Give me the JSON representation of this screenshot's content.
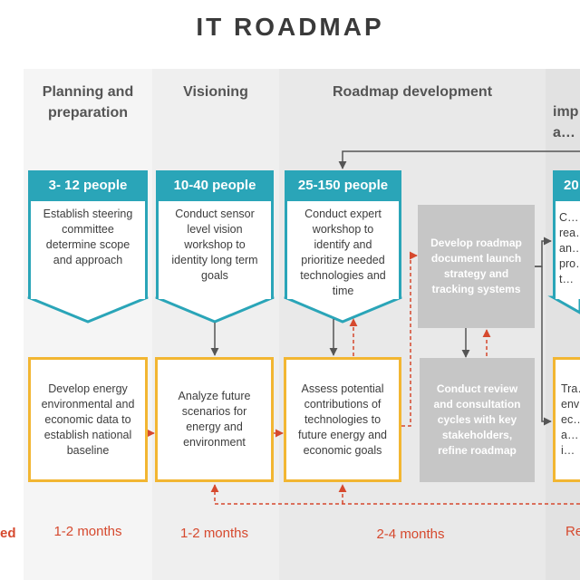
{
  "title": "IT ROADMAP",
  "phases": [
    {
      "label": "Planning and preparation"
    },
    {
      "label": "Visioning"
    },
    {
      "label": "Roadmap development"
    },
    {
      "label": "imp… a…"
    }
  ],
  "people": [
    "3- 12 people",
    "10-40 people",
    "25-150 people",
    "20…"
  ],
  "top_boxes": [
    "Establish steering committee determine scope and approach",
    "Conduct sensor level vision workshop to identity long term goals",
    "Conduct expert workshop to identify and prioritize needed technologies and time",
    "C… rea… an… pro… t…"
  ],
  "gray_boxes": [
    "Develop roadmap document launch strategy and tracking systems",
    "Conduct review and consultation cycles with key stakeholders, refine roadmap"
  ],
  "bottom_boxes": [
    "Develop energy environmental and economic data to establish national baseline",
    "Analyze future scenarios for energy and environment",
    "Assess potential contributions of technologies to future energy and economic goals",
    "Tra… env… ec… a… i…"
  ],
  "durations": {
    "left_cut": "ed",
    "planning": "1-2 months",
    "visioning": "1-2 months",
    "development": "2-4 months",
    "right_cut": "Re…"
  },
  "colors": {
    "teal": "#2aa5b8",
    "yellow": "#f2b632",
    "gray": "#c6c6c6",
    "red": "#d6492e"
  }
}
